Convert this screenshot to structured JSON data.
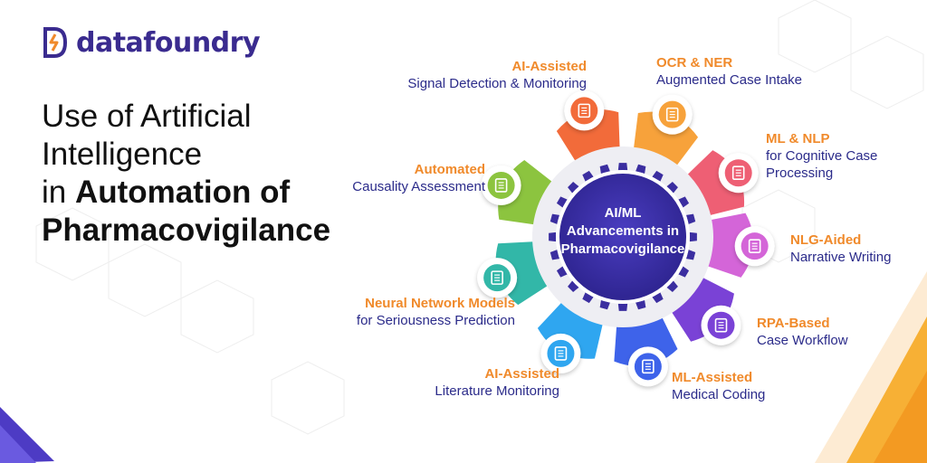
{
  "brand": {
    "name": "datafoundry"
  },
  "headline": {
    "line1": "Use of Artificial",
    "line2": "Intelligence",
    "line3_prefix": "in ",
    "line3_bold": "Automation of",
    "line4_bold": "Pharmacovigilance"
  },
  "hub": {
    "line1": "AI/ML",
    "line2": "Advancements in",
    "line3": "Pharmacovigilance"
  },
  "segments": [
    {
      "t1": "AI-Assisted",
      "t2": "Signal Detection & Monitoring",
      "color": "#f26b3a",
      "icon": "report-magnifier-icon"
    },
    {
      "t1": "OCR & NER",
      "t2": "Augmented Case Intake",
      "color": "#f7a23b",
      "icon": "document-scan-icon"
    },
    {
      "t1": "ML & NLP",
      "t2a": "for Cognitive Case",
      "t2b": "Processing",
      "color": "#ee5f74",
      "icon": "document-pen-icon"
    },
    {
      "t1": "NLG-Aided",
      "t2": "Narrative Writing",
      "color": "#d465d8",
      "icon": "gear-network-icon"
    },
    {
      "t1": "RPA-Based",
      "t2": "Case Workflow",
      "color": "#7a42d6",
      "icon": "monitor-book-icon"
    },
    {
      "t1": "ML-Assisted",
      "t2": "Medical Coding",
      "color": "#3e63ea",
      "icon": "code-window-icon"
    },
    {
      "t1": "AI-Assisted",
      "t2": "Literature Monitoring",
      "color": "#2fa6f0",
      "icon": "network-node-icon"
    },
    {
      "t1": "Neural Network Models",
      "t2": "for Seriousness Prediction",
      "color": "#32b7a8",
      "icon": "checklist-gear-icon"
    },
    {
      "t1": "Automated",
      "t2": "Causality Assessment",
      "color": "#8cc43f",
      "icon": "eye-check-icon"
    }
  ],
  "colors": {
    "brand": "#3a2b8f",
    "hub": "#3b2ea0",
    "accent_orange": "#f08a2b",
    "label_blue": "#2b2b8a"
  }
}
